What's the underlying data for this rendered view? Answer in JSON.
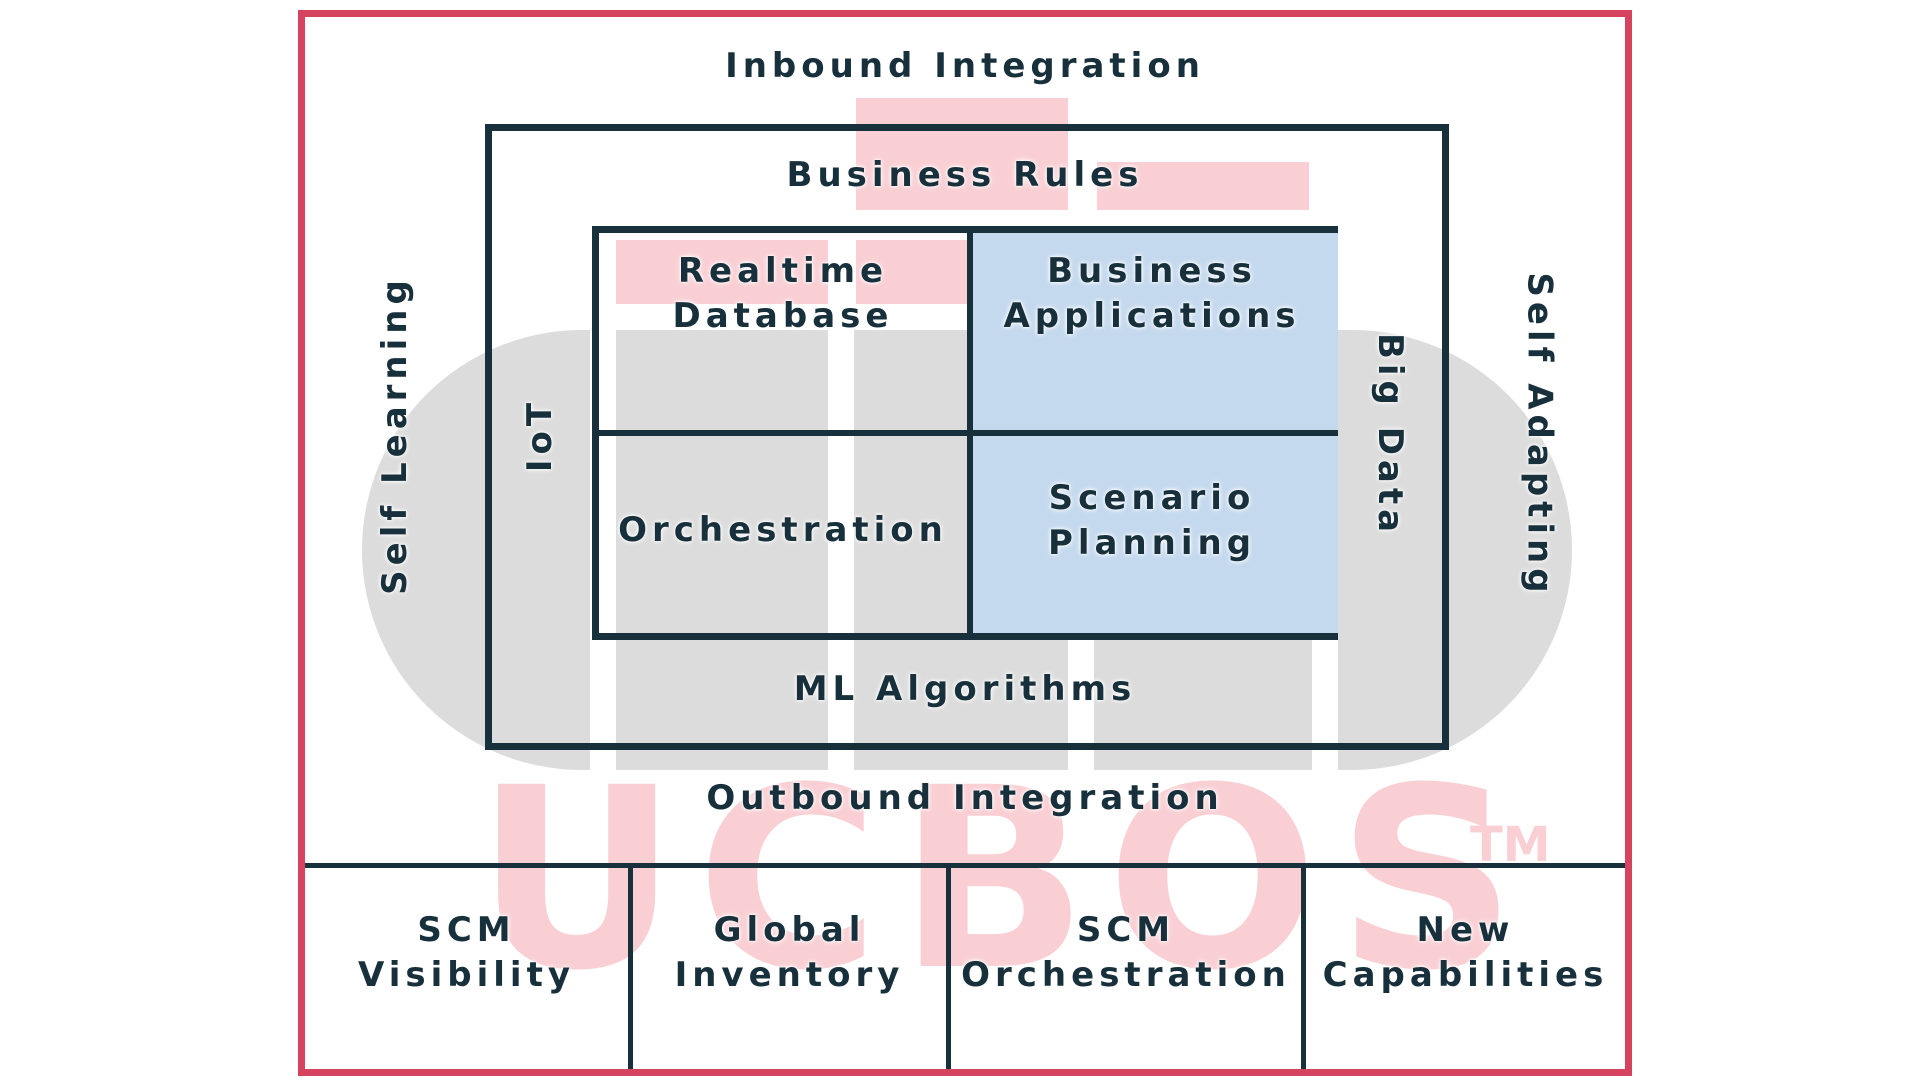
{
  "diagram": {
    "logo": {
      "text": "UCBOS",
      "mark": "TM"
    },
    "outer": {
      "top_label": "Inbound Integration",
      "bottom_label": "Outbound Integration",
      "left_label": "Self Learning",
      "right_label": "Self Adapting"
    },
    "middle": {
      "top_label": "Business Rules",
      "bottom_label": "ML Algorithms",
      "left_label": "IoT",
      "right_label": "Big Data"
    },
    "core": {
      "realtime_database": [
        "Realtime",
        "Database"
      ],
      "business_applications": [
        "Business",
        "Applications"
      ],
      "orchestration": [
        "Orchestration"
      ],
      "scenario_planning": [
        "Scenario",
        "Planning"
      ]
    },
    "footer": [
      {
        "line1": "SCM",
        "line2": "Visibility"
      },
      {
        "line1": "Global",
        "line2": "Inventory"
      },
      {
        "line1": "SCM",
        "line2": "Orchestration"
      },
      {
        "line1": "New",
        "line2": "Capabilities"
      }
    ],
    "colors": {
      "border_red": "#d6435e",
      "navy": "#17303b",
      "blue_fill": "#c5d9ee",
      "watermark_grey": "#dcdcdc",
      "watermark_pink": "#f9cfd4"
    }
  }
}
